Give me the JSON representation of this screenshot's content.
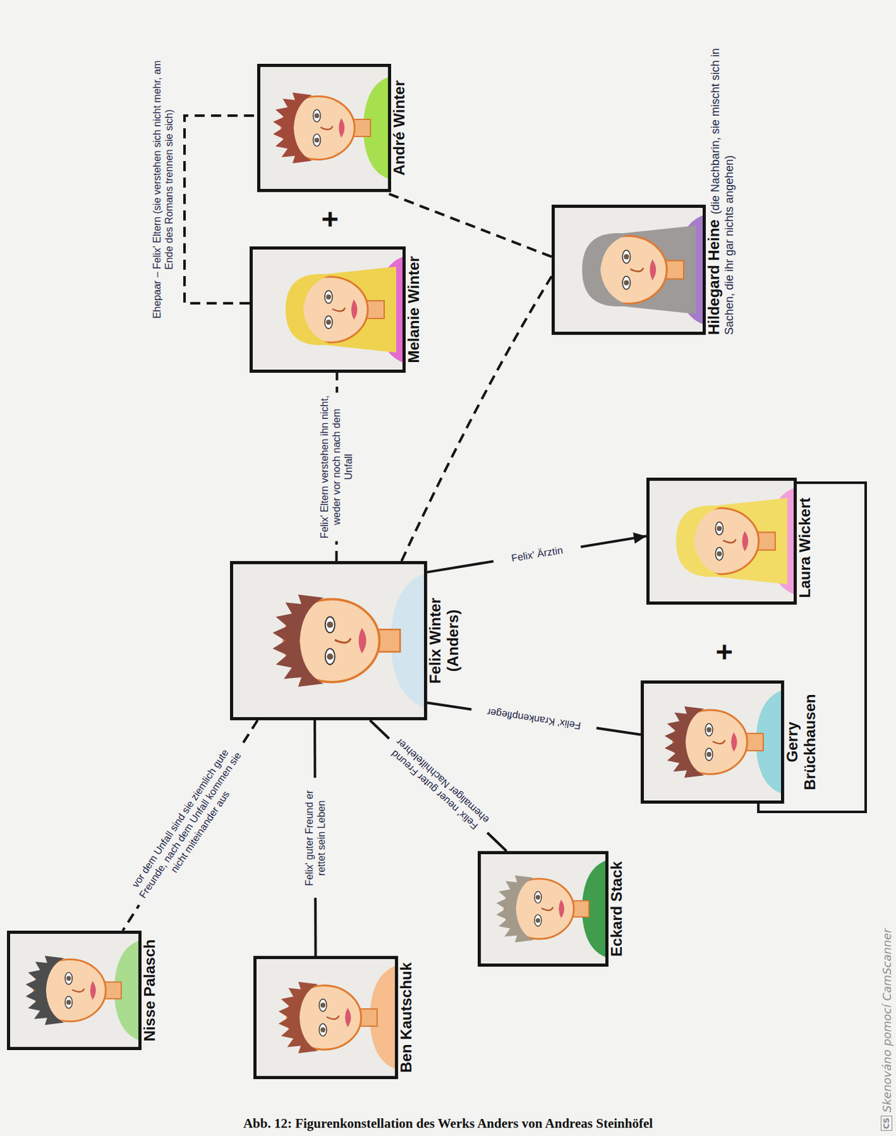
{
  "diagram": {
    "caption": "Abb. 12: Figurenkonstellation des Werks Anders von Andreas Steinhöfel",
    "nodes": [
      {
        "text": [
          "André Winter"
        ]
      },
      {
        "text": [
          "Melanie Winter"
        ]
      },
      {
        "text": [
          "Hildegard Heine",
          "(die Nachbarin, sie mischt sich in Sachen, die ihr gar nichts angehen)"
        ]
      },
      {
        "text": [
          "Felix Winter (Anders)"
        ]
      },
      {
        "text": [
          "Laura Wickert"
        ]
      },
      {
        "text": [
          "Gerry Brückhausen"
        ]
      },
      {
        "text": [
          "Nisse Palasch"
        ]
      },
      {
        "text": [
          "Ben Kautschuk"
        ]
      },
      {
        "text": [
          "Eckard Stack"
        ]
      }
    ],
    "edges": [
      {
        "from": 1,
        "to": 0,
        "arrow": "none",
        "label": "Ehepaar – Felix' Eltern (sie verstehen sich nicht mehr, am Ende des Romans trennen sie sich)"
      },
      {
        "from": 3,
        "to": 1,
        "arrow": "none",
        "label": "Felix' Eltern verstehen ihn nicht, weder vor noch nach dem Unfall"
      },
      {
        "from": 3,
        "to": 2,
        "arrow": "none"
      },
      {
        "from": 2,
        "to": 0,
        "arrow": "none"
      },
      {
        "from": 3,
        "to": 4,
        "arrow": "to",
        "label": "Felix' Ärztin"
      },
      {
        "from": 3,
        "to": 5,
        "arrow": "none",
        "label": "Felix' Krankenpfleger"
      },
      {
        "from": 4,
        "to": 5,
        "arrow": "none"
      },
      {
        "from": 3,
        "to": 6,
        "arrow": "none",
        "label": "vor dem Unfall sind sie ziemlich gute Freunde, nach dem Unfall kommen sie nicht miteinander aus"
      },
      {
        "from": 3,
        "to": 7,
        "arrow": "none",
        "label": "Felix' guter Freund er rettet sein Leben"
      },
      {
        "from": 3,
        "to": 8,
        "arrow": "none",
        "label": "Felix' neuer guter Freund ehemaliger Nachhilfelehrer"
      }
    ],
    "labels": [
      "+",
      "+",
      "CS",
      "Skenováno pomocí CamScanner"
    ]
  }
}
